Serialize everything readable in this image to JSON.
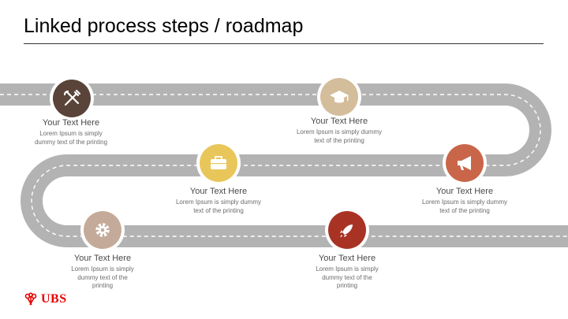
{
  "slide": {
    "title": "Linked process steps / roadmap"
  },
  "colors": {
    "road": "#b3b3b4",
    "road_dash": "#ffffff",
    "brand": "#e60000"
  },
  "steps": [
    {
      "heading": "Your Text Here",
      "desc_lines": [
        "Lorem Ipsum is simply",
        "dummy text of the printing"
      ],
      "icon": "tools-icon",
      "color": "#5a4338"
    },
    {
      "heading": "Your Text Here",
      "desc_lines": [
        "Lorem Ipsum is simply dummy",
        "text of the printing"
      ],
      "icon": "graduation-cap-icon",
      "color": "#d3bd9b"
    },
    {
      "heading": "Your Text Here",
      "desc_lines": [
        "Lorem Ipsum is simply dummy",
        "text of the printing"
      ],
      "icon": "briefcase-icon",
      "color": "#e8c65a"
    },
    {
      "heading": "Your Text Here",
      "desc_lines": [
        "Lorem Ipsum is simply dummy",
        "text of the printing"
      ],
      "icon": "megaphone-icon",
      "color": "#c9664a"
    },
    {
      "heading": "Your Text Here",
      "desc_lines": [
        "Lorem Ipsum is simply",
        "dummy text of the",
        "printing"
      ],
      "icon": "gear-icon",
      "color": "#c4ab99"
    },
    {
      "heading": "Your Text Here",
      "desc_lines": [
        "Lorem Ipsum is simply",
        "dummy text of the",
        "printing"
      ],
      "icon": "rocket-icon",
      "color": "#a83325"
    }
  ],
  "logo": {
    "wordmark": "UBS",
    "icon": "keys-logo-icon"
  }
}
